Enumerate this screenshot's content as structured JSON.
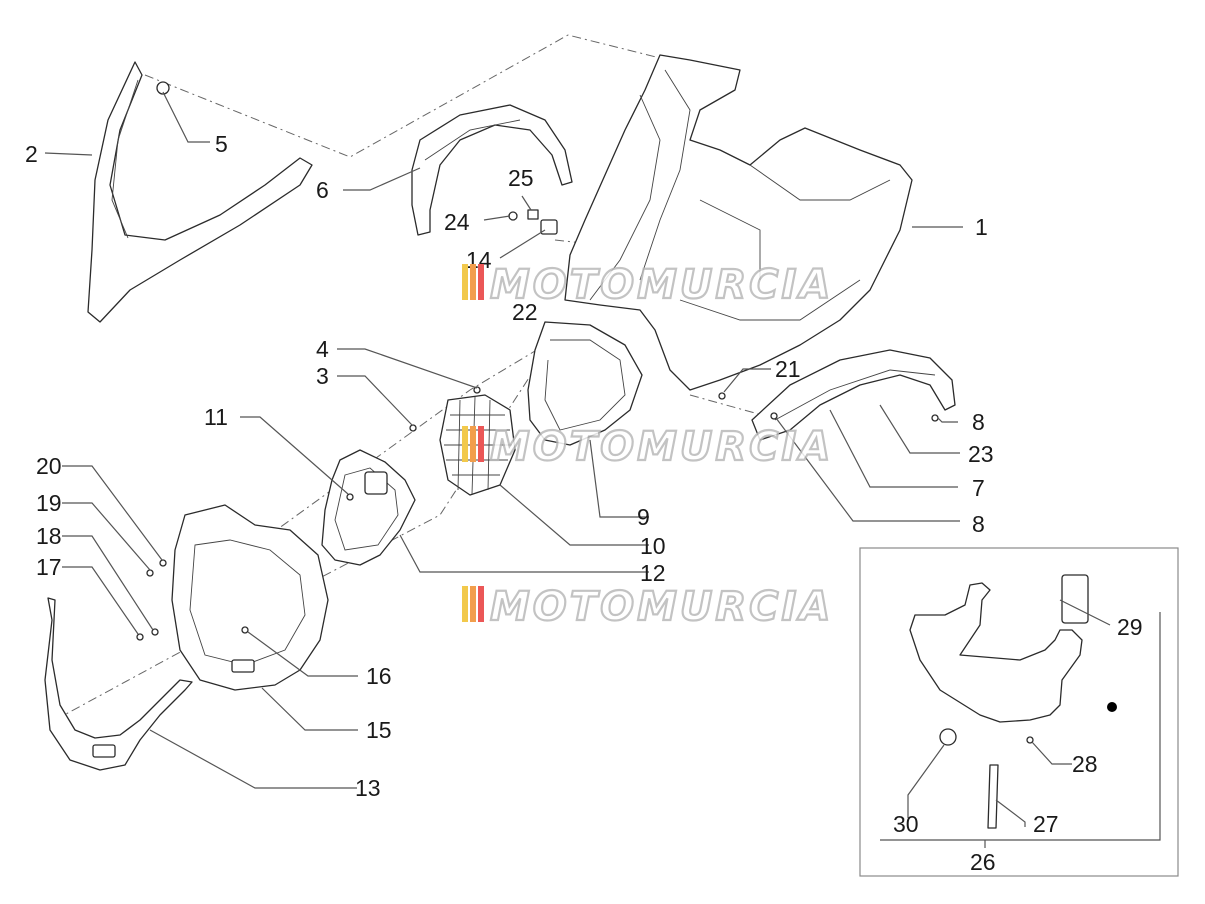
{
  "watermark": {
    "text": "MOTOMURCIA",
    "stripe_colors": [
      "#f2c94c",
      "#f29e4c",
      "#eb5757"
    ]
  },
  "callouts": [
    "1",
    "2",
    "3",
    "4",
    "5",
    "6",
    "7",
    "8",
    "8",
    "9",
    "10",
    "11",
    "12",
    "13",
    "14",
    "15",
    "16",
    "17",
    "18",
    "19",
    "20",
    "21",
    "22",
    "23",
    "24",
    "25",
    "26",
    "27",
    "28",
    "29",
    "30"
  ],
  "marker_color": "#000000"
}
